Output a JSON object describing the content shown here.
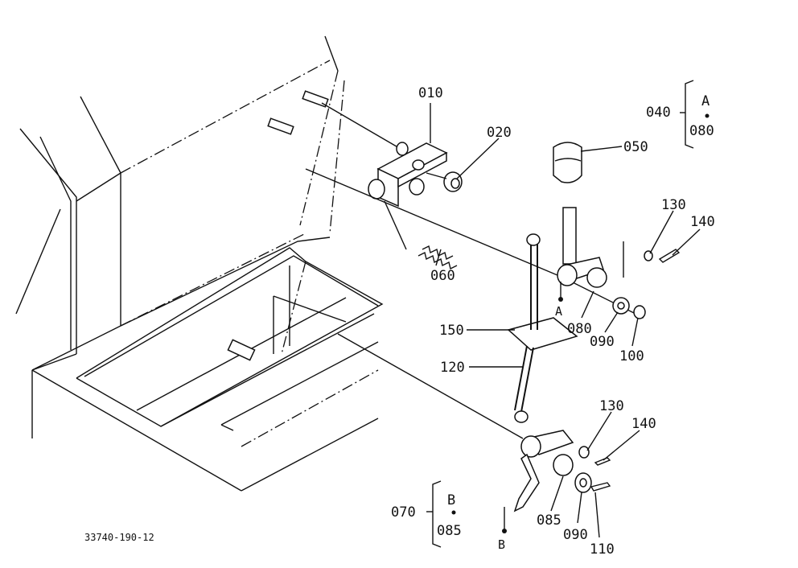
{
  "diagram": {
    "drawing_number": "33740-190-12",
    "callouts": {
      "p010": "010",
      "p020": "020",
      "p050": "050",
      "p060": "060",
      "p080a": "080",
      "p090a": "090",
      "p100": "100",
      "p130a": "130",
      "p140a": "140",
      "p150": "150",
      "p120": "120",
      "p130b": "130",
      "p140b": "140",
      "p085a": "085",
      "p090b": "090",
      "p110": "110"
    },
    "reference_marks": {
      "ref_a": "A",
      "ref_b": "B"
    },
    "group_a": {
      "left": "040",
      "top": "A",
      "bottom": "080"
    },
    "group_b": {
      "left": "070",
      "top": "B",
      "bottom": "085"
    }
  }
}
